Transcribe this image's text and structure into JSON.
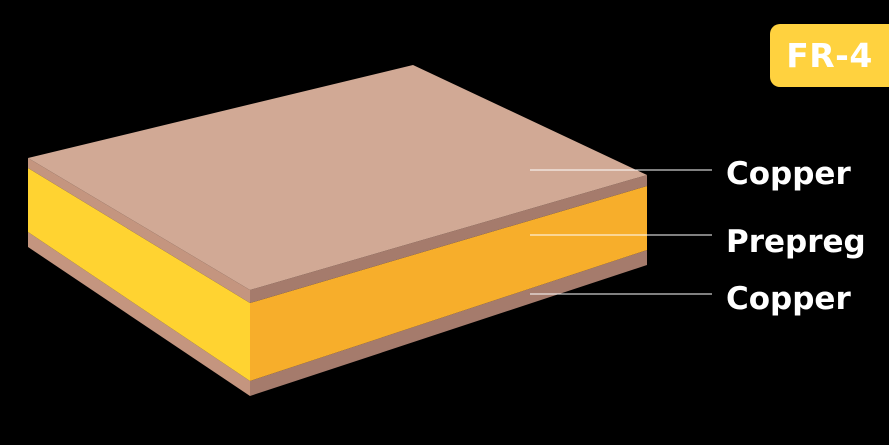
{
  "badge": {
    "text": "FR-4"
  },
  "layers": [
    {
      "label": "Copper"
    },
    {
      "label": "Prepreg"
    },
    {
      "label": "Copper"
    }
  ],
  "colors": {
    "background": "#000000",
    "copper_face": "#D1A995",
    "copper_edge": "#A57B6C",
    "copper_side": "#C4957F",
    "prepreg_front": "#F7AE2B",
    "prepreg_side": "#FFD331",
    "badge": "#FFD23F",
    "text": "#FFFFFF"
  }
}
